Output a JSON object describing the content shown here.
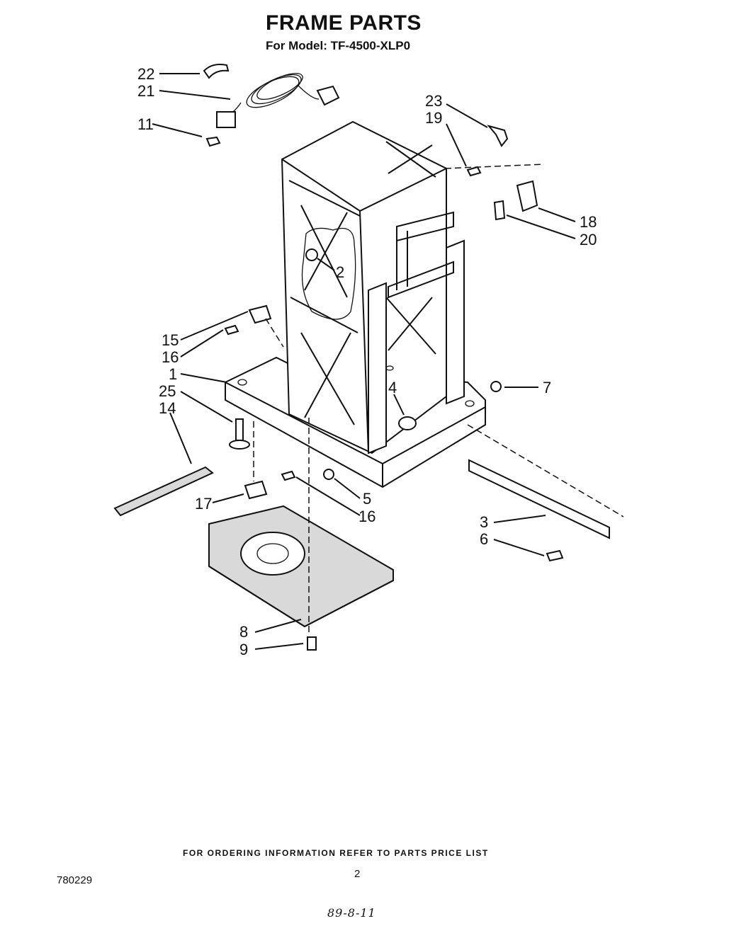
{
  "header": {
    "title": "FRAME PARTS",
    "subtitle": "For Model: TF-4500-XLP0"
  },
  "footer": {
    "ordering_note": "FOR ORDERING INFORMATION REFER TO PARTS PRICE LIST",
    "doc_number": "780229",
    "page_number": "2",
    "handwritten_note": "89-8-11"
  },
  "callouts": {
    "c22": "22",
    "c21": "21",
    "c11": "11",
    "c23": "23",
    "c19": "19",
    "c18": "18",
    "c20": "20",
    "c2": "2",
    "c15": "15",
    "c16a": "16",
    "c1": "1",
    "c25": "25",
    "c14": "14",
    "c4": "4",
    "c7": "7",
    "c5": "5",
    "c16b": "16",
    "c17": "17",
    "c3": "3",
    "c6": "6",
    "c8": "8",
    "c9": "9"
  }
}
